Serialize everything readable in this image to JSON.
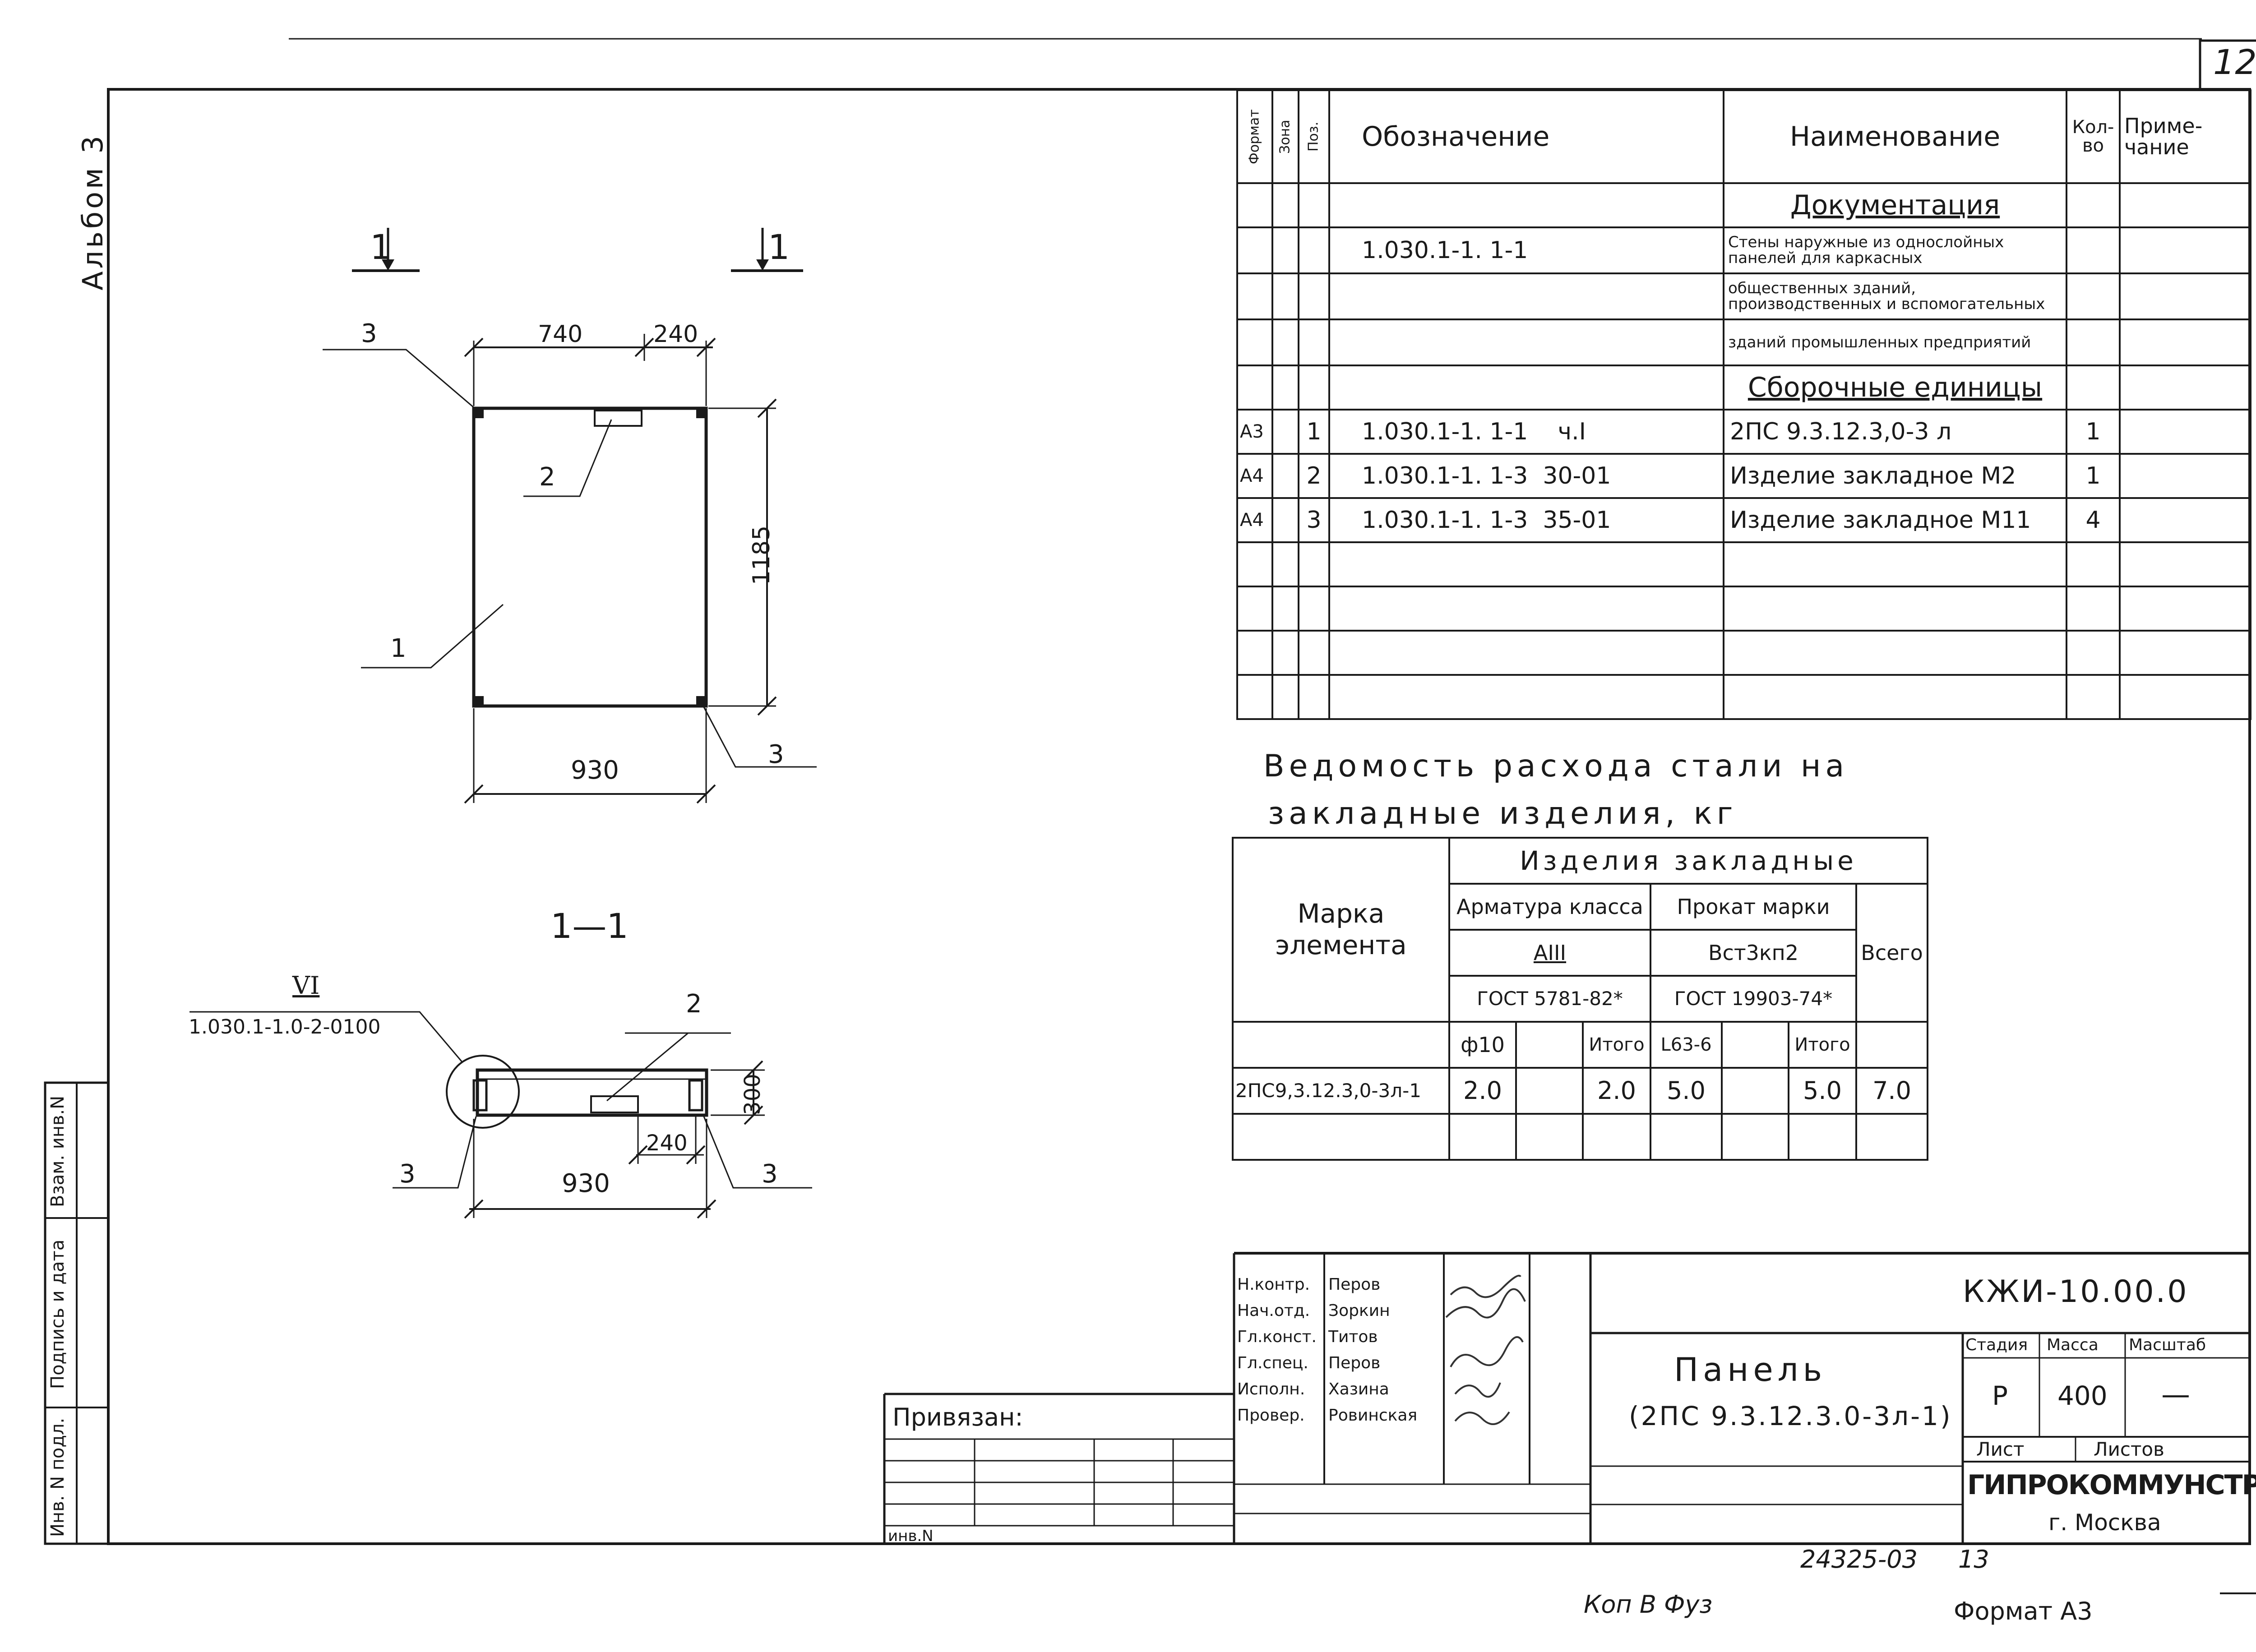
{
  "sheet": {
    "page_number": "12",
    "album": "Альбом 3",
    "bottom_number": "24325-03",
    "bottom_page": "13",
    "copy_note": "Коп В Фуз",
    "format": "Формат А3",
    "inv_label": "инв.N",
    "privyazan": "Привязан:"
  },
  "side_stamp": {
    "vzam": "Взам. инв.N",
    "podpis": "Подпись и дата",
    "inv_podl": "Инв. N подл."
  },
  "plan_view": {
    "section_mark_left": "1",
    "section_mark_right": "1",
    "dim_740": "740",
    "dim_240": "240",
    "dim_1185": "1185",
    "dim_930": "930",
    "callout_3_top": "3",
    "callout_2": "2",
    "callout_1": "1",
    "callout_3_bottom": "3"
  },
  "section_view": {
    "title": "1—1",
    "ref_roman": "VI",
    "ref_code": "1.030.1-1.0-2-0100",
    "callout_2": "2",
    "dim_300": "300",
    "dim_240": "240",
    "dim_930": "930",
    "callout_3_left": "3",
    "callout_3_right": "3"
  },
  "spec_table": {
    "headers": {
      "format": "Формат",
      "zone": "Зона",
      "pos": "Поз.",
      "designation": "Обозначение",
      "name": "Наименование",
      "qty": "Кол-во",
      "note": "Приме-чание"
    },
    "section_documentation": "Документация",
    "doc_designation": "1.030.1-1. 1-1",
    "doc_name_1": "Стены наружные из однослойных панелей для каркасных",
    "doc_name_2": "общественных зданий, производственных и вспомогательных",
    "doc_name_3": "зданий промышленных предприятий",
    "section_assembly": "Сборочные единицы",
    "rows": [
      {
        "format": "А3",
        "pos": "1",
        "designation": "1.030.1-1. 1-1    ч.I",
        "name": "2ПС 9.3.12.3,0-3 л",
        "qty": "1"
      },
      {
        "format": "А4",
        "pos": "2",
        "designation": "1.030.1-1. 1-3  30-01",
        "name": "Изделие закладное М2",
        "qty": "1"
      },
      {
        "format": "А4",
        "pos": "3",
        "designation": "1.030.1-1. 1-3  35-01",
        "name": "Изделие закладное М11",
        "qty": "4"
      }
    ]
  },
  "steel": {
    "title_1": "Ведомость расхода стали на",
    "title_2": "закладные изделия, кг",
    "mark_header": "Марка элемента",
    "group_header": "Изделия закладные",
    "arm_class": "Арматура класса",
    "arm_grade": "АIII",
    "arm_gost": "ГОСТ 5781-82*",
    "rolled_header": "Прокат марки",
    "rolled_grade": "Вст3кп2",
    "rolled_gost": "ГОСТ 19903-74*",
    "total_header": "Всего",
    "sub_d10": "ф10",
    "sub_total1": "Итого",
    "sub_l63": "L63-6",
    "sub_total2": "Итого",
    "row_mark": "2ПС9,3.12.3,0-3л-1",
    "row_d10": "2.0",
    "row_total1": "2.0",
    "row_l63": "5.0",
    "row_total2": "5.0",
    "row_all": "7.0"
  },
  "title_block": {
    "code": "КЖИ-10.00.0",
    "object_name": "Панель",
    "object_mark": "(2ПС 9.3.12.3.0-3л-1)",
    "stage_label": "Стадия",
    "mass_label": "Масса",
    "scale_label": "Масштаб",
    "stage": "Р",
    "mass": "400",
    "scale": "—",
    "sheet_label": "Лист",
    "sheets_label": "Листов",
    "org": "ГИПРОКОММУНСТРОЙ",
    "city": "г. Москва",
    "roles": [
      {
        "role": "Н.контр.",
        "name": "Перов"
      },
      {
        "role": "Нач.отд.",
        "name": "Зоркин"
      },
      {
        "role": "Гл.конст.",
        "name": "Титов"
      },
      {
        "role": "Гл.спец.",
        "name": "Перов"
      },
      {
        "role": "Исполн.",
        "name": "Хазина"
      },
      {
        "role": "Провер.",
        "name": "Ровинская"
      }
    ]
  }
}
